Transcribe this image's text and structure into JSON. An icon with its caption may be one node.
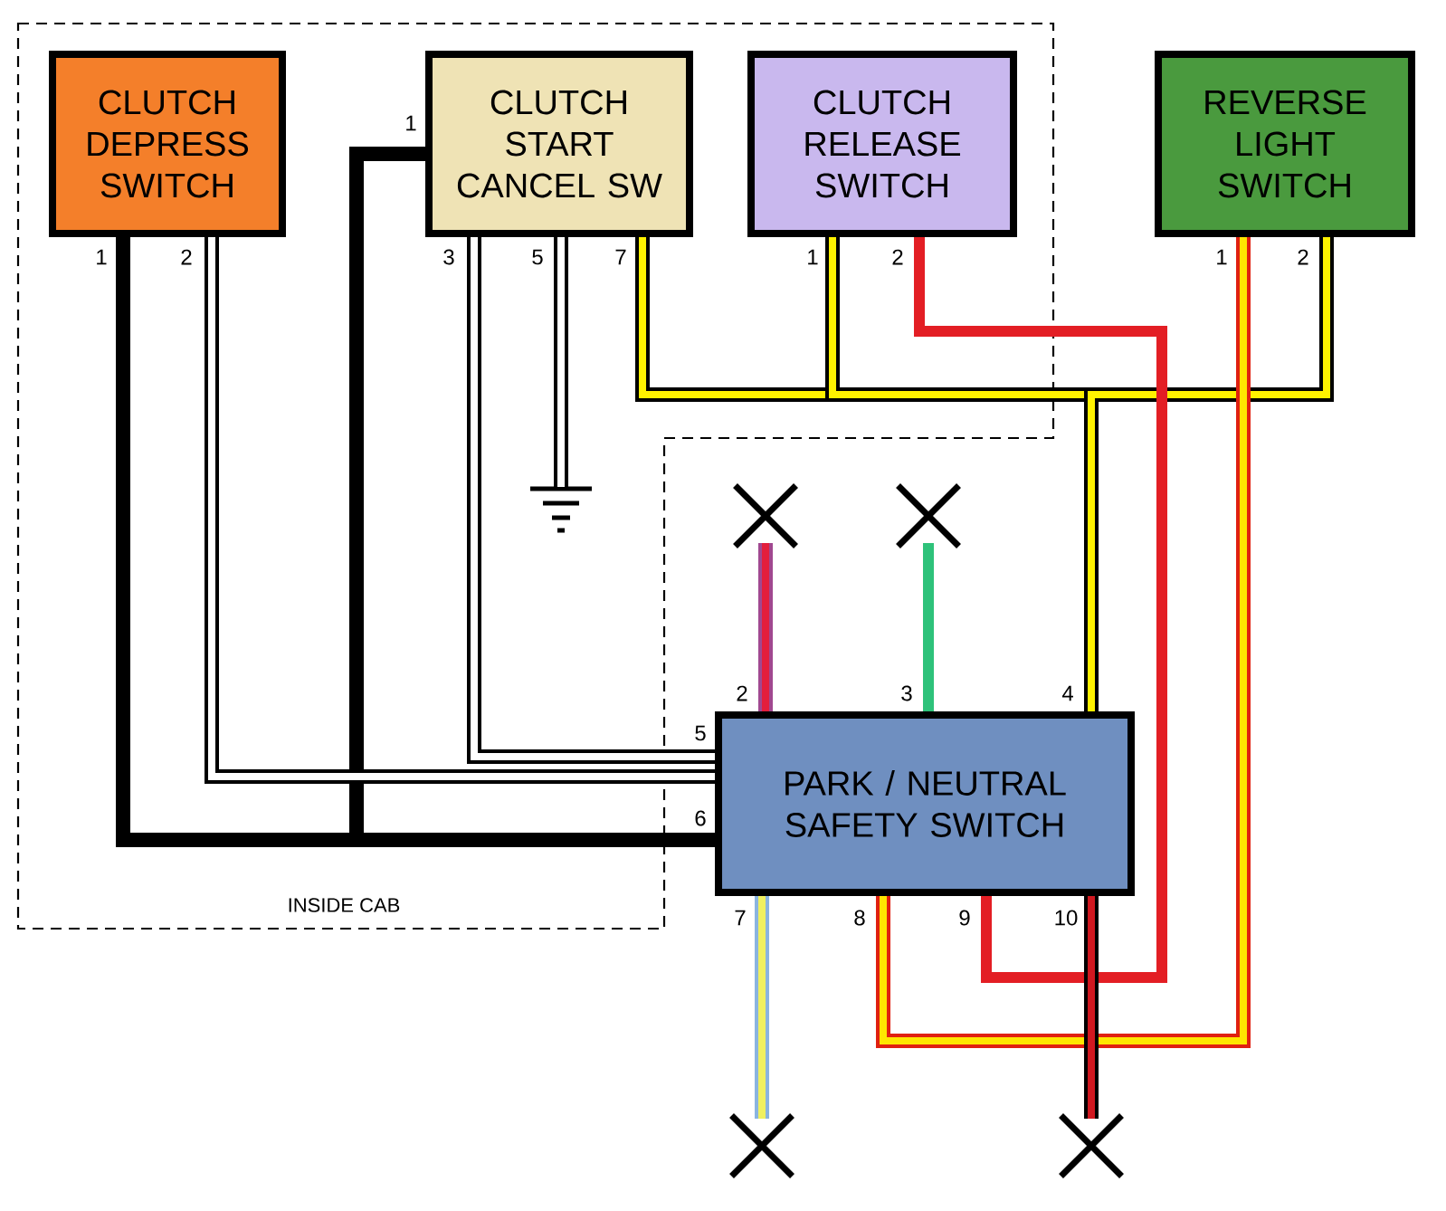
{
  "diagram": {
    "nodes": [
      {
        "text": [
          "INSIDE CAB"
        ]
      },
      {
        "text": [
          "CLUTCH DEPRESS SWITCH"
        ],
        "in": 0,
        "beside": [
          "1",
          "2"
        ]
      },
      {
        "text": [
          "CLUTCH START CANCEL SW"
        ],
        "in": 0,
        "beside": [
          "1",
          "3",
          "5",
          "7"
        ]
      },
      {
        "text": [
          "CLUTCH RELEASE SWITCH"
        ],
        "in": 0,
        "beside": [
          "1",
          "2"
        ]
      },
      {
        "text": [
          "REVERSE LIGHT SWITCH"
        ],
        "beside": [
          "1",
          "2"
        ]
      },
      {
        "text": [
          "PARK / NEUTRAL SAFETY SWITCH"
        ],
        "beside": [
          "2",
          "3",
          "4",
          "5",
          "6",
          "7",
          "8",
          "9",
          "10"
        ]
      },
      {
        "text": [],
        "shape": "ground",
        "in": 0
      },
      {
        "text": [],
        "shape": "cross"
      },
      {
        "text": [],
        "shape": "cross"
      },
      {
        "text": [],
        "shape": "cross"
      },
      {
        "text": [],
        "shape": "cross"
      }
    ],
    "edges": [
      {
        "from": 1,
        "to": 5,
        "arrow": "none"
      },
      {
        "from": 2,
        "to": 5,
        "arrow": "none"
      },
      {
        "from": 1,
        "to": 5,
        "arrow": "none"
      },
      {
        "from": 2,
        "to": 5,
        "arrow": "none"
      },
      {
        "from": 2,
        "to": 6,
        "arrow": "none"
      },
      {
        "from": 2,
        "to": 5,
        "arrow": "none"
      },
      {
        "from": 3,
        "to": 5,
        "arrow": "none"
      },
      {
        "from": 4,
        "to": 5,
        "arrow": "none"
      },
      {
        "from": 3,
        "to": 5,
        "arrow": "none",
        "color": "#e31e24"
      },
      {
        "from": 4,
        "to": 5,
        "arrow": "none",
        "color": "#e02010"
      },
      {
        "from": 5,
        "to": 7,
        "arrow": "none",
        "color": "#a04890"
      },
      {
        "from": 5,
        "to": 8,
        "arrow": "none",
        "color": "#2ec27a"
      },
      {
        "from": 5,
        "to": 9,
        "arrow": "none",
        "color": "#8ab4e0"
      },
      {
        "from": 5,
        "to": 10,
        "arrow": "none"
      }
    ]
  }
}
